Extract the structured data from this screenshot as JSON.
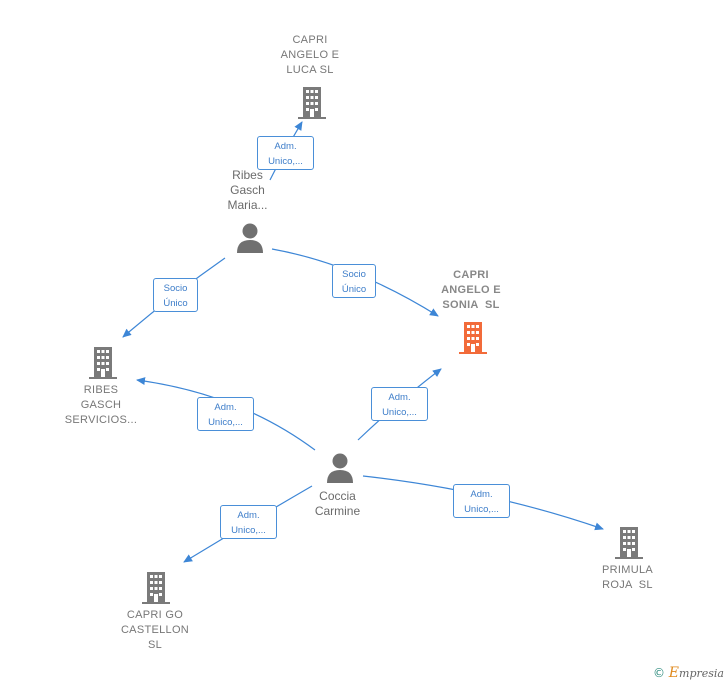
{
  "nodes": {
    "capri_luca": {
      "lines": [
        "CAPRI",
        "ANGELO E",
        "LUCA SL"
      ],
      "type": "company"
    },
    "ribes_person": {
      "lines": [
        "Ribes",
        "Gasch",
        "Maria..."
      ],
      "type": "person"
    },
    "capri_sonia": {
      "lines": [
        "CAPRI",
        "ANGELO E",
        "SONIA  SL"
      ],
      "type": "company",
      "highlight": true
    },
    "ribes_servicios": {
      "lines": [
        "RIBES",
        "GASCH",
        "SERVICIOS..."
      ],
      "type": "company"
    },
    "coccia": {
      "lines": [
        "Coccia",
        "Carmine"
      ],
      "type": "person"
    },
    "primula": {
      "lines": [
        "PRIMULA",
        "ROJA  SL"
      ],
      "type": "company"
    },
    "capri_castellon": {
      "lines": [
        "CAPRI GO",
        "CASTELLON",
        "SL"
      ],
      "type": "company"
    }
  },
  "edges": [
    {
      "id": "e1",
      "lines": [
        "Adm.",
        "Unico,..."
      ]
    },
    {
      "id": "e2",
      "lines": [
        "Socio",
        "Único"
      ]
    },
    {
      "id": "e3",
      "lines": [
        "Socio",
        "Único"
      ]
    },
    {
      "id": "e4",
      "lines": [
        "Adm.",
        "Unico,..."
      ]
    },
    {
      "id": "e5",
      "lines": [
        "Adm.",
        "Unico,..."
      ]
    },
    {
      "id": "e6",
      "lines": [
        "Adm.",
        "Unico,..."
      ]
    },
    {
      "id": "e7",
      "lines": [
        "Adm.",
        "Unico,..."
      ]
    }
  ],
  "colors": {
    "edge": "#3d86d6",
    "company": "#7a7a7a",
    "highlight": "#f26b3a",
    "person": "#707070"
  },
  "footer": {
    "symbol": "©",
    "brand_first": "E",
    "brand_rest": "mpresia"
  }
}
